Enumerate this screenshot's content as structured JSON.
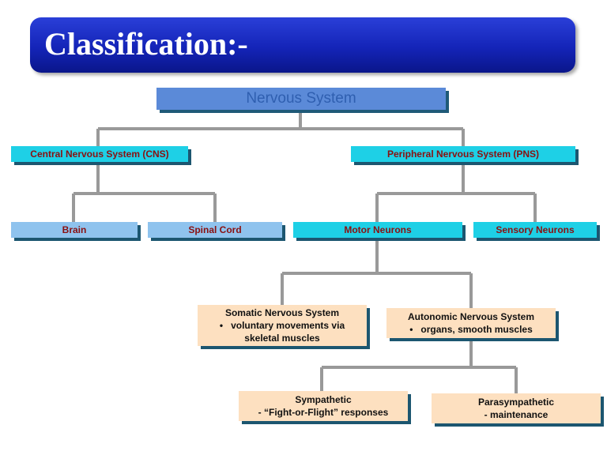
{
  "title": "Classification:-",
  "root": "Nervous System",
  "cns": {
    "label": "Central Nervous System (CNS)",
    "children": [
      "Brain",
      "Spinal Cord"
    ]
  },
  "pns": {
    "label": "Peripheral Nervous System (PNS)",
    "children": [
      "Motor Neurons",
      "Sensory Neurons"
    ]
  },
  "somatic": {
    "title": "Somatic Nervous System",
    "bullet": "•",
    "desc_line1": "voluntary movements via",
    "desc_line2": "skeletal muscles"
  },
  "autonomic": {
    "title": "Autonomic Nervous System",
    "bullet": "•",
    "desc": "organs, smooth muscles"
  },
  "sympathetic": {
    "title": "Sympathetic",
    "desc": "-  “Fight-or-Flight” responses"
  },
  "parasympathetic": {
    "title": "Parasympathetic",
    "desc": "- maintenance"
  },
  "colors": {
    "title_bar": "#1424b8",
    "root_box": "#5b8ad8",
    "cyan_box": "#1ed0e6",
    "light_blue_box": "#8fc3ee",
    "peach_box": "#fde0c0",
    "connector": "#999999",
    "label_text": "#8a1010"
  }
}
